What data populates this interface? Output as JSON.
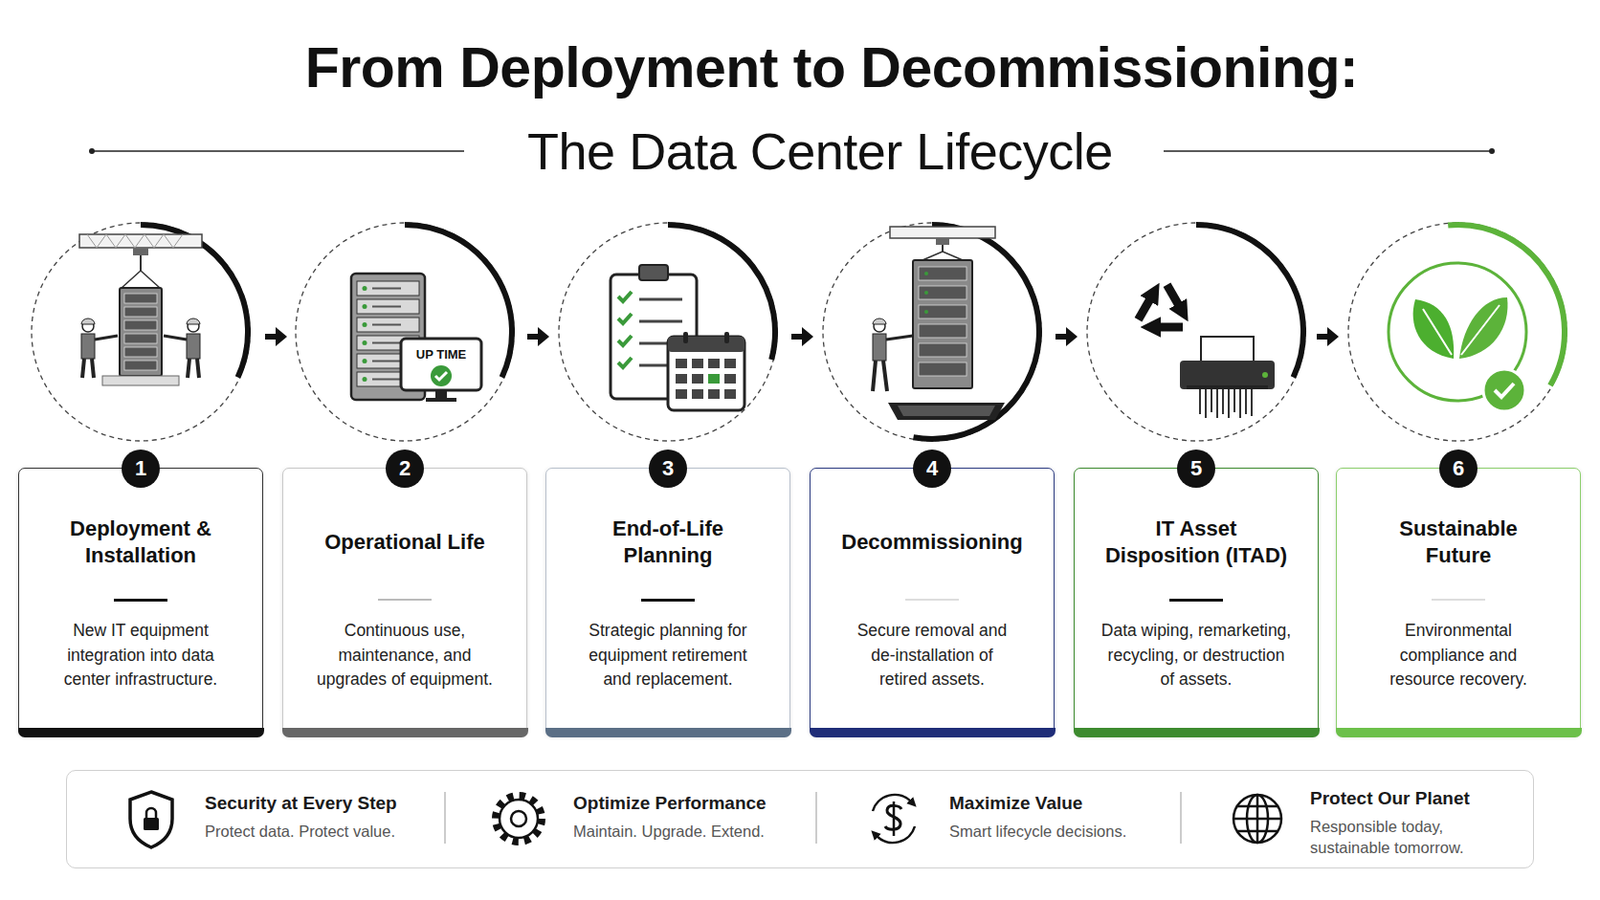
{
  "diagram": {
    "title": "From Deployment to Decommissioning:",
    "nodes": [
      {
        "text": [
          "Deployment & Installation",
          "New IT equipment integration into data center infrastructure."
        ]
      },
      {
        "text": [
          "1"
        ],
        "in": 0
      },
      {
        "text": [
          "Operational Life",
          "Continuous use, maintenance, and upgrades of equipment."
        ]
      },
      {
        "text": [
          "2"
        ],
        "in": 2
      },
      {
        "text": [
          "End-of-Life Planning",
          "Strategic planning for equipment retirement and replacement."
        ]
      },
      {
        "text": [
          "3"
        ],
        "in": 4
      },
      {
        "text": [
          "Decommissioning",
          "Secure removal and de-installation of retired assets."
        ]
      },
      {
        "text": [
          "4"
        ],
        "in": 6
      },
      {
        "text": [
          "IT Asset Disposition (ITAD)",
          "Data wiping, remarketing, recycling, or destruction of assets."
        ]
      },
      {
        "text": [
          "5"
        ],
        "in": 8
      },
      {
        "text": [
          "Sustainable Future",
          "Environmental compliance and resource recovery."
        ]
      },
      {
        "text": [
          "6"
        ],
        "in": 10
      },
      {
        "text": [
          "Security at Every Step",
          "Protect data. Protect value.",
          "Optimize Performance",
          "Maintain. Upgrade. Extend.",
          "Maximize Value",
          "Smart lifecycle decisions.",
          "Protect Our Planet",
          "Responsible today, sustainable tomorrow."
        ]
      }
    ],
    "labels": [
      "The Data Center Lifecycle",
      "UP TIME"
    ]
  }
}
